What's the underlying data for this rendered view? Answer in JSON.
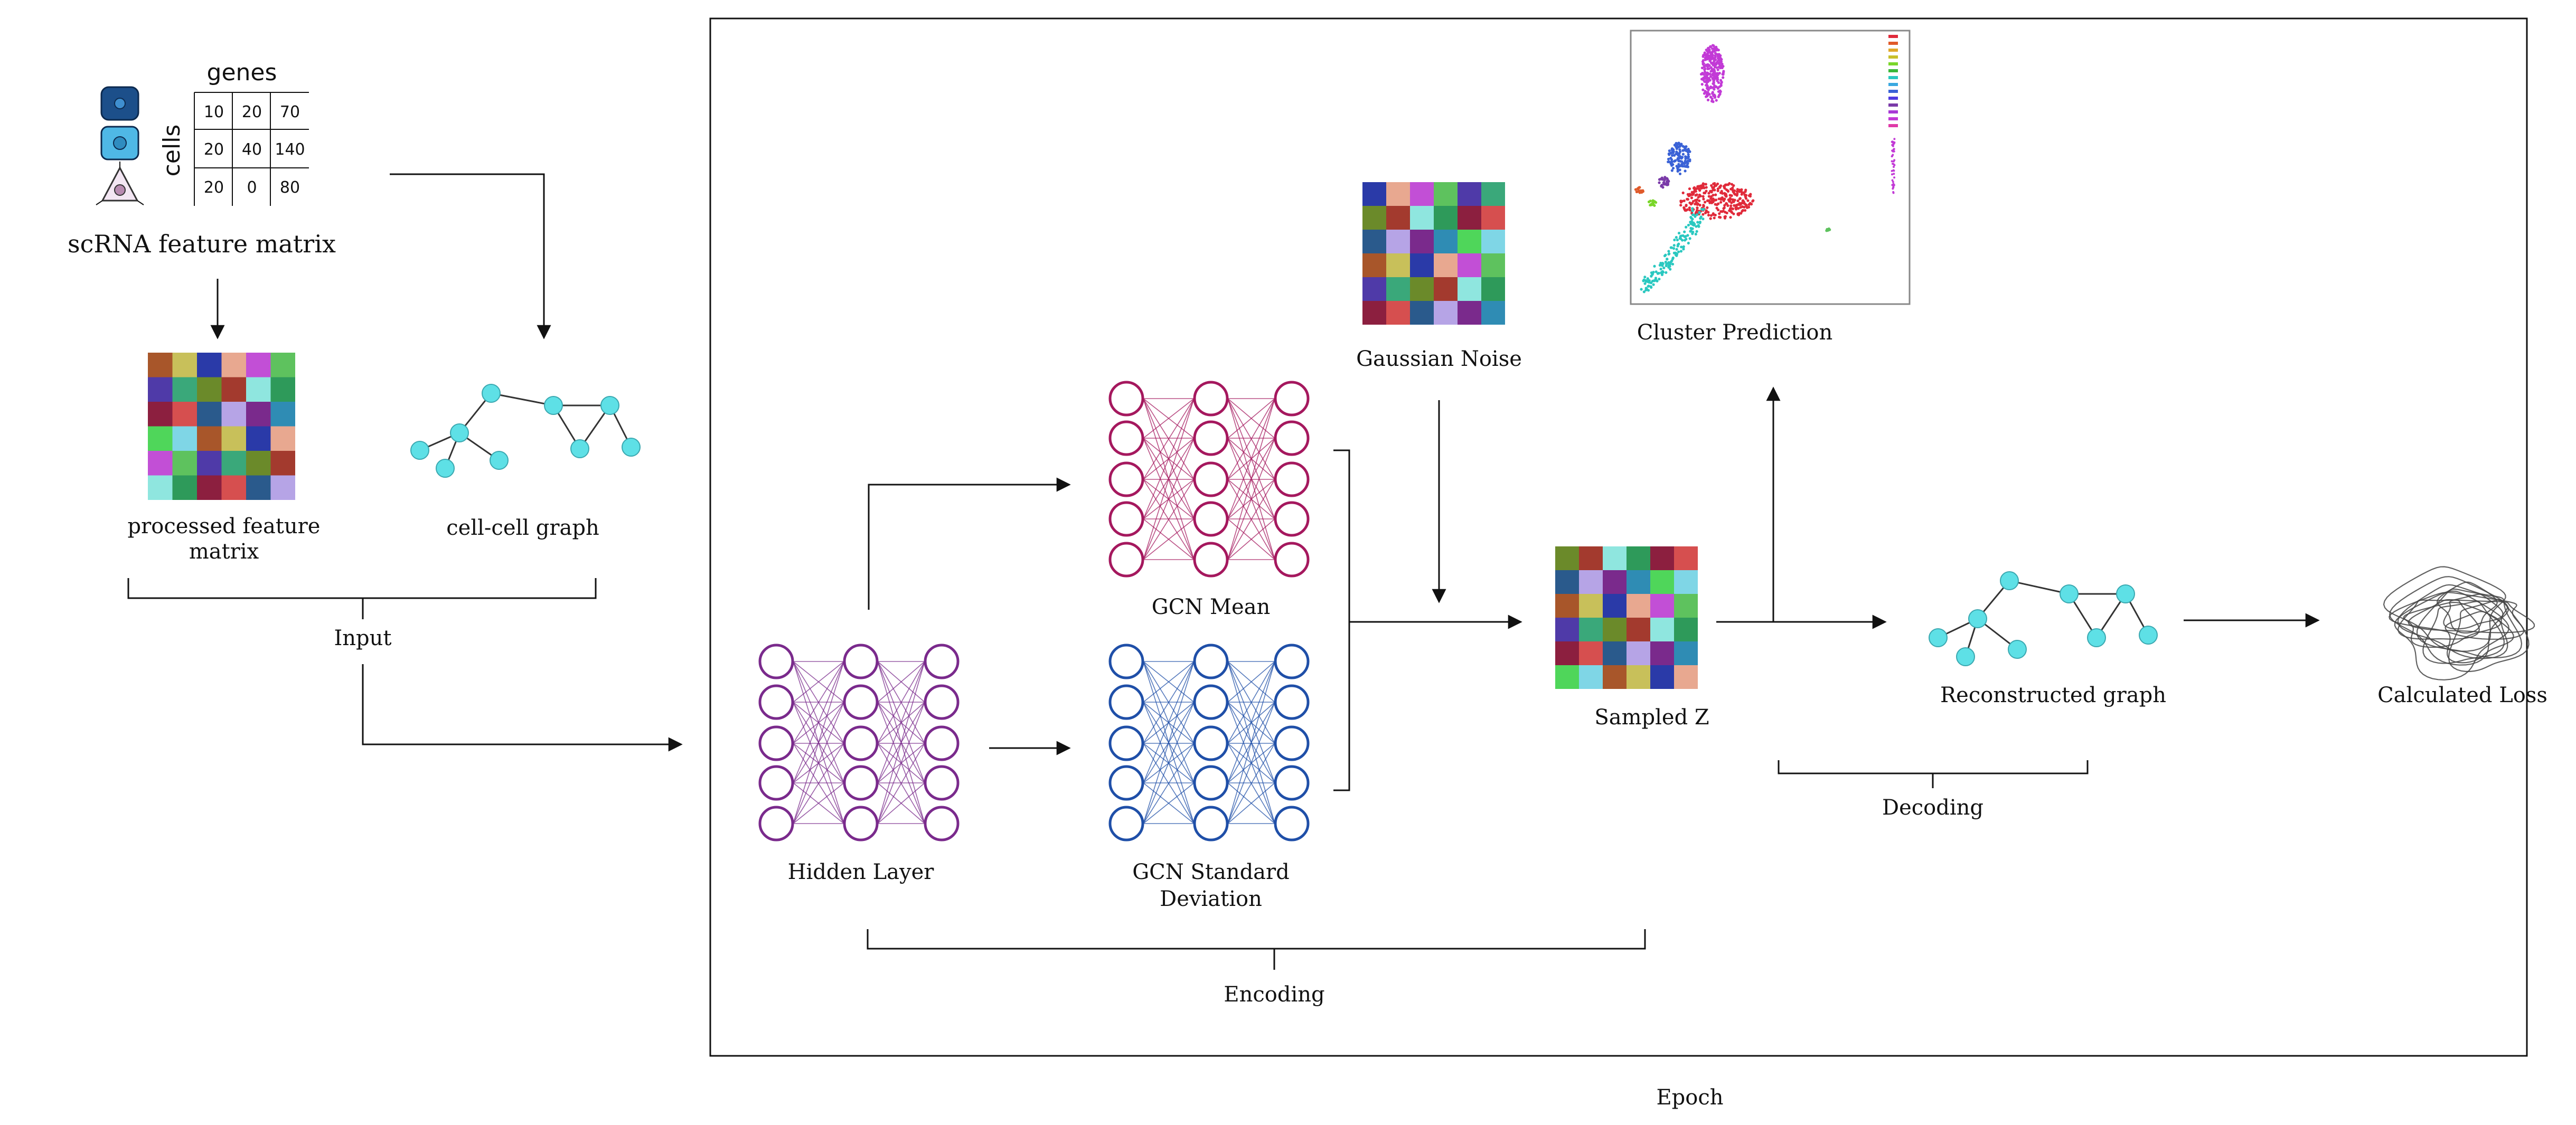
{
  "scrna": {
    "genes_label": "genes",
    "cells_label": "cells",
    "matrix": [
      [
        "10",
        "20",
        "70"
      ],
      [
        "20",
        "40",
        "140"
      ],
      [
        "20",
        "0",
        "80"
      ]
    ],
    "title": "scRNA feature matrix"
  },
  "processed_label": [
    "processed feature",
    "matrix"
  ],
  "cell_graph_label": "cell-cell graph",
  "input_label": "Input",
  "hidden_layer_label": "Hidden Layer",
  "gcn_mean_label": "GCN Mean",
  "gcn_std_label": [
    "GCN Standard",
    "Deviation"
  ],
  "gaussian_noise_label": "Gaussian Noise",
  "sampled_z_label": "Sampled Z",
  "cluster_prediction_label": "Cluster Prediction",
  "reconstructed_graph_label": "Reconstructed graph",
  "calculated_loss_label": "Calculated Loss",
  "encoding_label": "Encoding",
  "decoding_label": "Decoding",
  "epoch_label": "Epoch",
  "colors": {
    "node": "#5ee0e6",
    "hidden_layer": "#7a2a8c",
    "gcn_mean": "#a5185e",
    "gcn_std": "#1f4fa8",
    "cell1": "#1c4f8a",
    "cell2": "#4fb8e6",
    "cell3": "#b78ab0"
  }
}
